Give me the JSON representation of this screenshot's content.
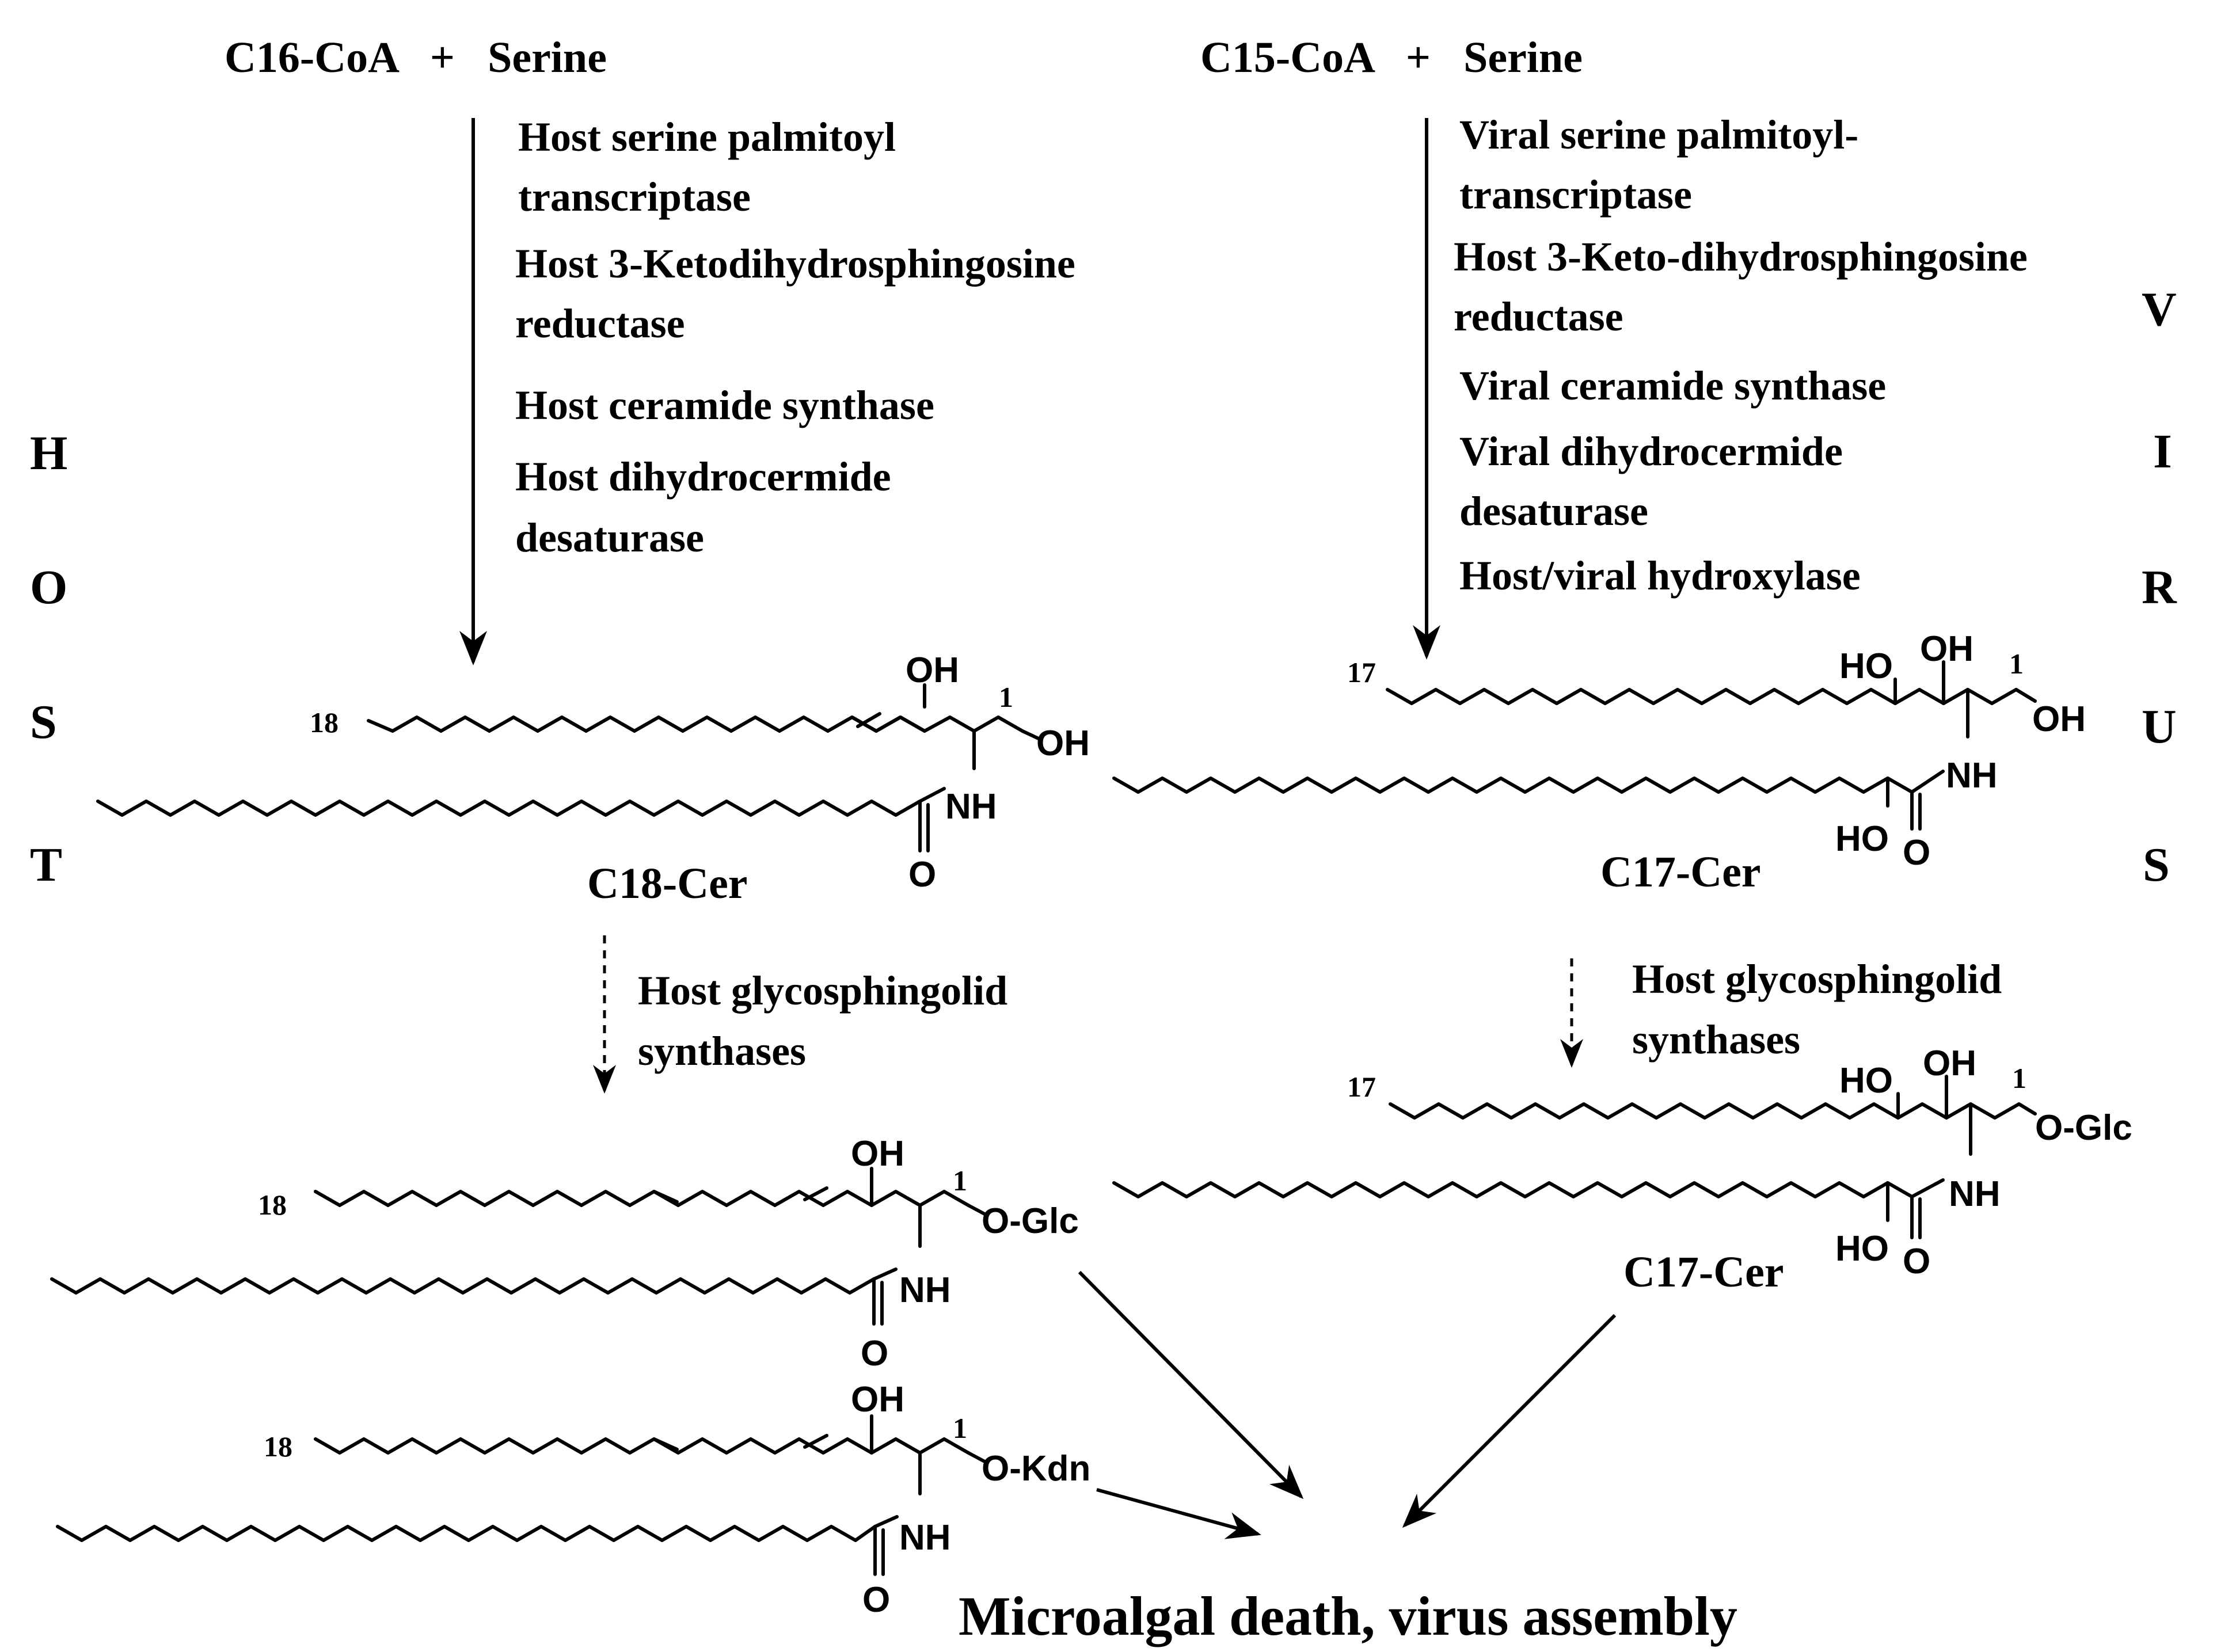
{
  "host_panel": {
    "side_letters": [
      "H",
      "O",
      "S",
      "T"
    ],
    "substrate": "C16-CoA   +   Serine",
    "enzymes": [
      "Host serine palmitoyl",
      "transcriptase",
      "Host 3-Ketodihydrosphingosine",
      "reductase",
      "Host ceramide synthase",
      "Host dihydrocermide",
      "desaturase"
    ],
    "ceramide_label": "C18-Cer",
    "glyco_enzymes": [
      "Host glycosphingolid",
      "synthases"
    ]
  },
  "virus_panel": {
    "side_letters": [
      "V",
      "I",
      "R",
      "U",
      "S"
    ],
    "substrate": "C15-CoA   +   Serine",
    "enzymes": [
      "Viral serine palmitoyl-",
      "transcriptase",
      "Host 3-Keto-dihydrosphingosine",
      "reductase",
      "Viral ceramide synthase",
      "Viral  dihydrocermide",
      "desaturase",
      "Host/viral hydroxylase"
    ],
    "ceramide_label": "C17-Cer",
    "glyco_enzymes": [
      "Host glycosphingolid",
      "synthases"
    ],
    "glyco_label": "C17-Cer"
  },
  "structures": {
    "host_cer": {
      "chain_num": "18",
      "c1_num": "1",
      "oh": "OH",
      "oh_terminal": "OH",
      "nh": "NH",
      "o": "O"
    },
    "virus_cer": {
      "chain_num": "17",
      "c1_num": "1",
      "ho": "HO",
      "oh": "OH",
      "oh_terminal": "OH",
      "nh": "NH",
      "ho_acyl": "HO",
      "o": "O"
    },
    "host_glc": {
      "chain_num": "18",
      "c1_num": "1",
      "oh": "OH",
      "sugar": "O-Glc",
      "nh": "NH",
      "o": "O"
    },
    "host_kdn": {
      "chain_num": "18",
      "c1_num": "1",
      "oh": "OH",
      "sugar": "O-Kdn",
      "nh": "NH",
      "o": "O"
    },
    "virus_glc": {
      "chain_num": "17",
      "c1_num": "1",
      "ho": "HO",
      "oh": "OH",
      "sugar": "O-Glc",
      "nh": "NH",
      "ho_acyl": "HO",
      "o": "O"
    }
  },
  "outcome": "Microalgal death, virus assembly"
}
